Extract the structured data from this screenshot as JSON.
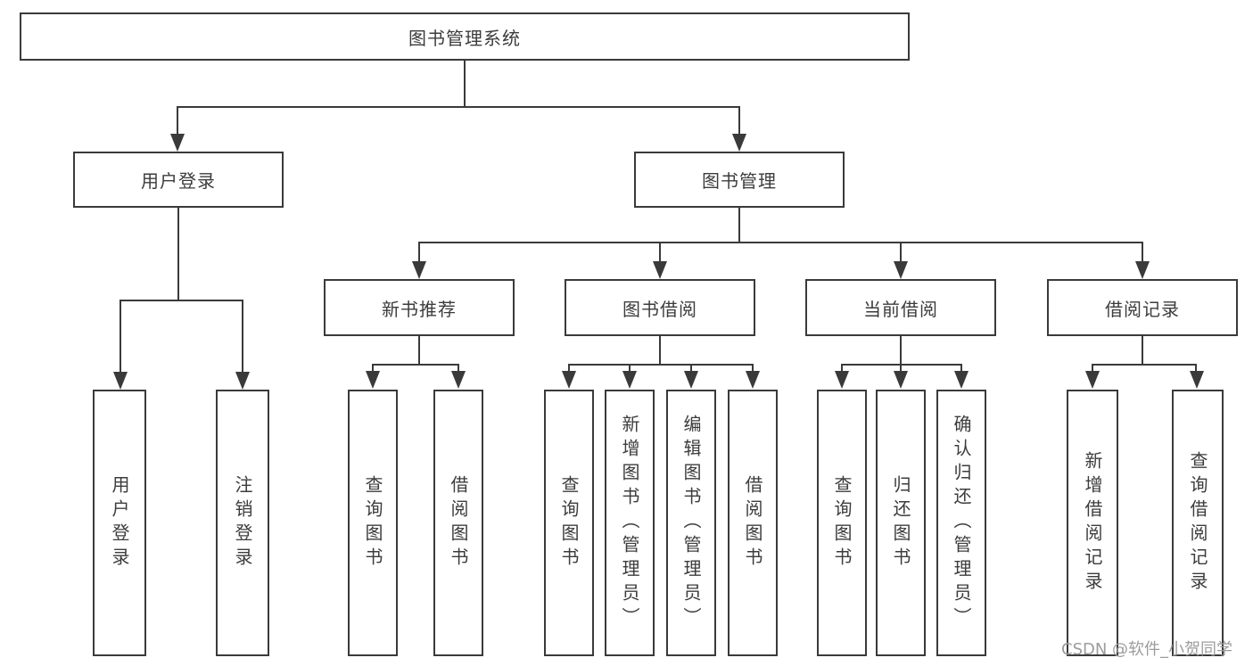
{
  "diagram": {
    "title": "图书管理系统",
    "branches": {
      "user_login": {
        "label": "用户登录",
        "children": [
          {
            "label": "用户登录"
          },
          {
            "label": "注销登录"
          }
        ]
      },
      "book_mgmt": {
        "label": "图书管理",
        "sections": [
          {
            "label": "新书推荐",
            "children": [
              {
                "label": "查询图书"
              },
              {
                "label": "借阅图书"
              }
            ]
          },
          {
            "label": "图书借阅",
            "children": [
              {
                "label": "查询图书"
              },
              {
                "label": "新增图书（管理员）"
              },
              {
                "label": "编辑图书（管理员）"
              },
              {
                "label": "借阅图书"
              }
            ]
          },
          {
            "label": "当前借阅",
            "children": [
              {
                "label": "查询图书"
              },
              {
                "label": "归还图书"
              },
              {
                "label": "确认归还（管理员）"
              }
            ]
          },
          {
            "label": "借阅记录",
            "children": [
              {
                "label": "新增借阅记录"
              },
              {
                "label": "查询借阅记录"
              }
            ]
          }
        ]
      }
    },
    "watermark": "CSDN @软件_小贺同学",
    "colors": {
      "line": "#3a3a3a",
      "text": "#3c3c3c",
      "background": "#ffffff",
      "watermark": "#9c9c9c"
    }
  }
}
